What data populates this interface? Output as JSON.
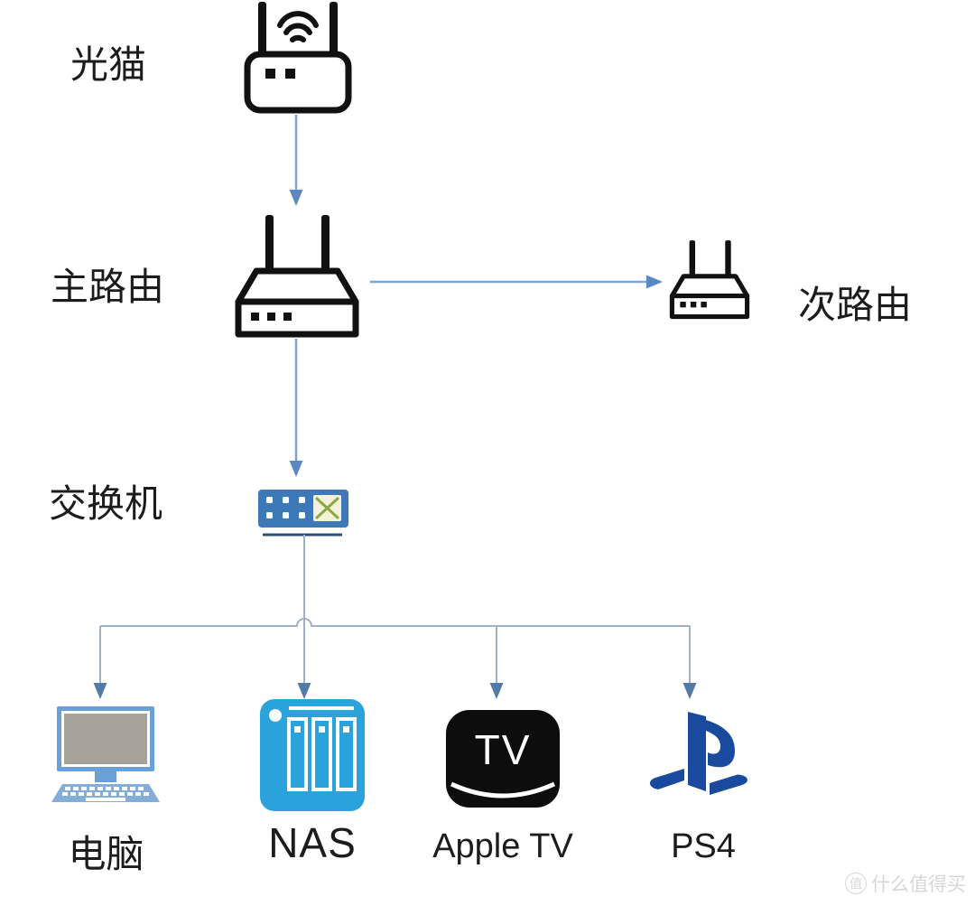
{
  "diagram": {
    "nodes": {
      "modem": {
        "label": "光猫"
      },
      "main_router": {
        "label": "主路由"
      },
      "secondary_router": {
        "label": "次路由"
      },
      "switch": {
        "label": "交换机"
      },
      "computer": {
        "label": "电脑"
      },
      "nas": {
        "label": "NAS"
      },
      "apple_tv": {
        "label": "Apple TV",
        "icon_text": "TV"
      },
      "ps4": {
        "label": "PS4"
      }
    },
    "colors": {
      "connector_line": "#7fa5d3",
      "connector_arrow": "#5b87c2",
      "tree_line": "#9fb1c2",
      "tree_arrow": "#517ba6",
      "device_outline": "#111111",
      "device_solid": "#111111",
      "switch_body": "#3c79b6",
      "switch_underline": "#2e4f70",
      "switch_panel": "#f3f1d9",
      "switch_panel_x": "#8aa845",
      "monitor_frame": "#6ba0d6",
      "monitor_screen": "#a6a29a",
      "keyboard_blue": "#85add9",
      "nas_body": "#2aa2dc",
      "appletv_body": "#0d0d0d",
      "ps_logo": "#1a4a9d",
      "watermark_gray": "#d7d7d7"
    },
    "watermark": {
      "badge": "值",
      "text": "什么值得买"
    }
  }
}
